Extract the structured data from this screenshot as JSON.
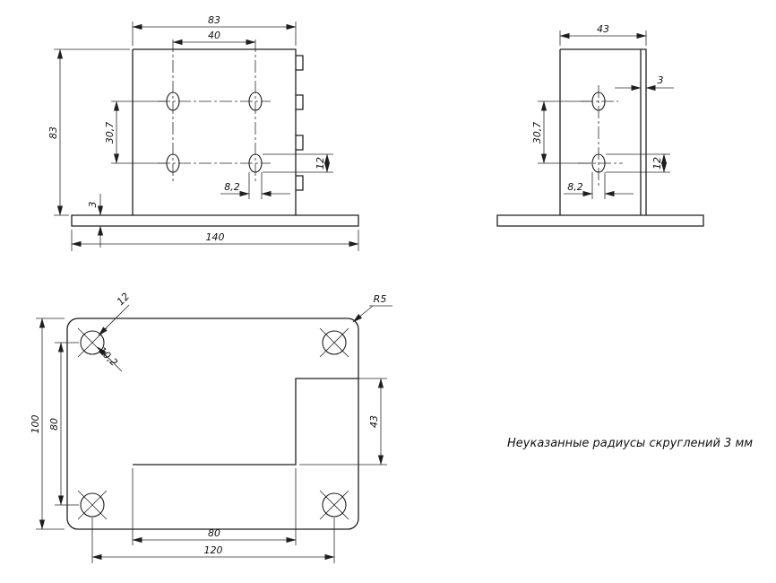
{
  "note": "Неуказанные радиусы скруглений 3 мм",
  "front_view": {
    "dim_width": "83",
    "dim_hole_span_h": "40",
    "dim_height": "83",
    "dim_hole_span_v": "30,7",
    "dim_base_thickness": "3",
    "dim_base_width": "140",
    "dim_slot_width": "8,2",
    "dim_slot_length": "12"
  },
  "side_view": {
    "dim_width": "43",
    "dim_thickness": "3",
    "dim_hole_span_v": "30,7",
    "dim_slot_width": "8,2",
    "dim_slot_length": "12"
  },
  "plan_view": {
    "dim_corner_radius": "R5",
    "dim_slot_length": "12",
    "dim_slot_width": "10,2",
    "dim_depth": "100",
    "dim_hole_span_v": "80",
    "dim_step": "43",
    "dim_hole_span_h_inner": "80",
    "dim_hole_span_h": "120"
  }
}
